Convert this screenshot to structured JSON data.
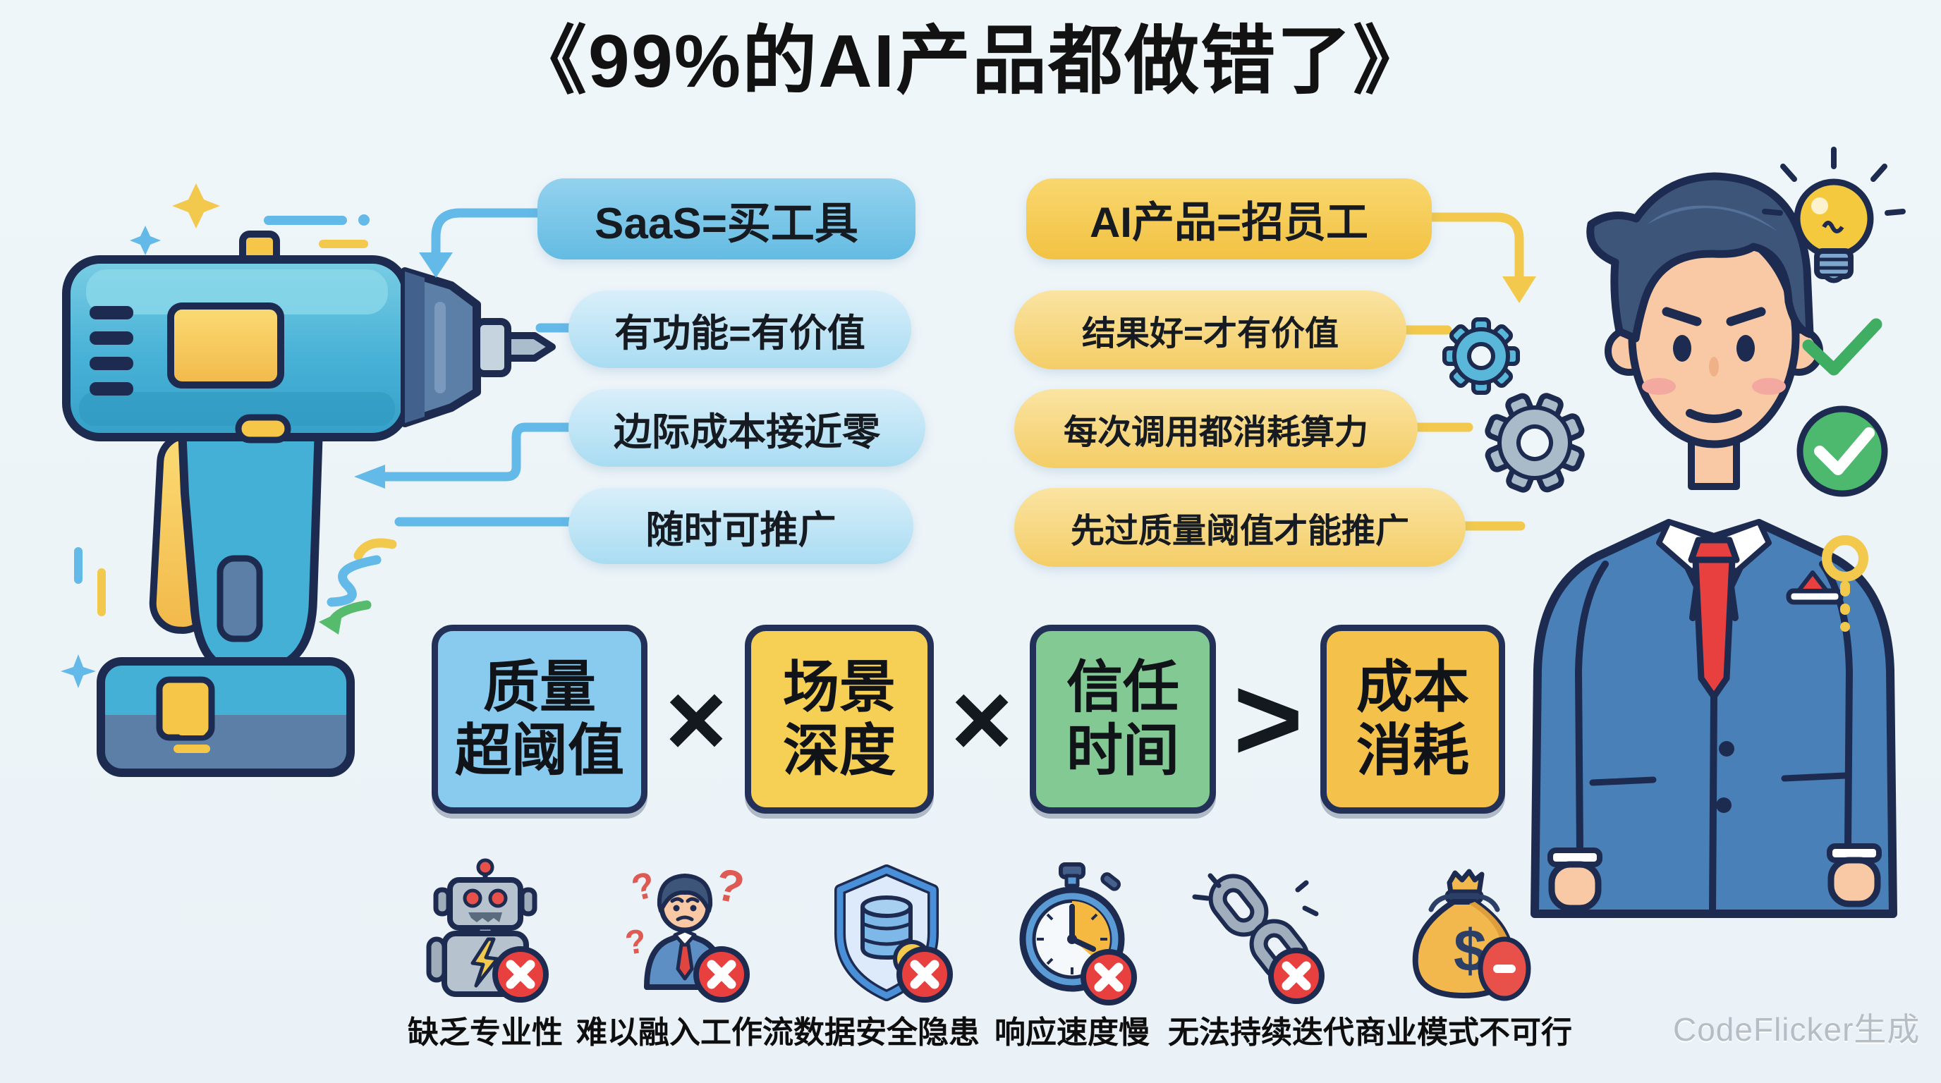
{
  "title": "《99%的AI产品都做错了》",
  "watermark": "CodeFlicker生成",
  "saas": {
    "header": "SaaS=买工具",
    "items": [
      "有功能=有价值",
      "边际成本接近零",
      "随时可推广"
    ]
  },
  "ai": {
    "header": "AI产品=招员工",
    "items": [
      "结果好=才有价值",
      "每次调用都消耗算力",
      "先过质量阈值才能推广"
    ]
  },
  "formula": {
    "terms": [
      {
        "line1": "质量",
        "line2": "超阈值",
        "color": "#89cbee"
      },
      {
        "line1": "场景",
        "line2": "深度",
        "color": "#f6cf55"
      },
      {
        "line1": "信任",
        "line2": "时间",
        "color": "#83c993"
      },
      {
        "line1": "成本",
        "line2": "消耗",
        "color": "#f4c24b"
      }
    ],
    "op_multiply": "×",
    "op_greater": ">"
  },
  "problems": [
    {
      "label": "缺乏专业性",
      "icon": "robot-icon"
    },
    {
      "label": "难以融入工作流",
      "icon": "confused-user-icon"
    },
    {
      "label": "数据安全隐患",
      "icon": "shield-database-icon"
    },
    {
      "label": "响应速度慢",
      "icon": "stopwatch-icon"
    },
    {
      "label": "无法持续迭代",
      "icon": "broken-chain-icon"
    },
    {
      "label": "商业模式不可行",
      "icon": "money-bag-icon"
    }
  ],
  "colors": {
    "background": "#eff6fa",
    "saas_strong": "#7ec9e8",
    "saas_light": "#c3e5f4",
    "ai_strong": "#f6ce54",
    "ai_light": "#f8dc90",
    "formula_border": "#233058",
    "error_badge": "#e8403f",
    "check_green": "#4cb96e",
    "outline_navy": "#1d2b50"
  }
}
